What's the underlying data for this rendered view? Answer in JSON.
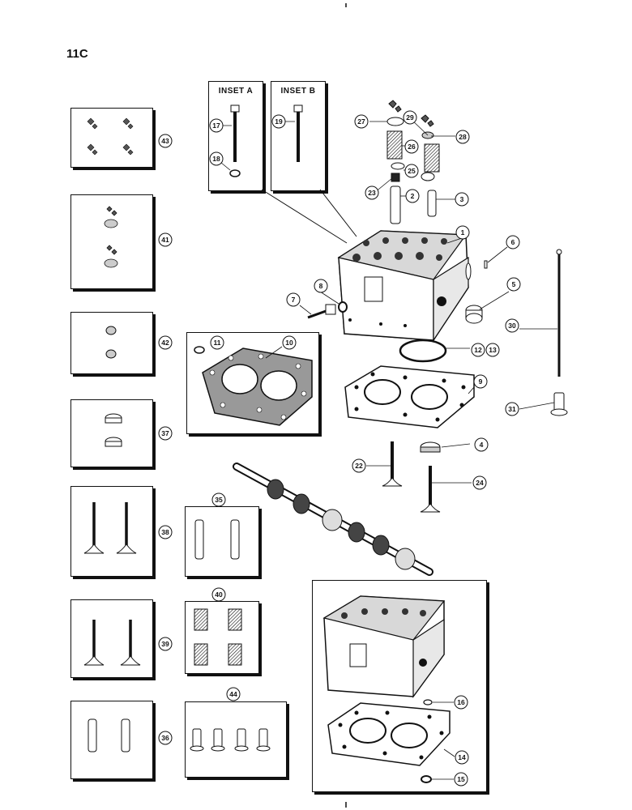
{
  "page_label": "11C",
  "insets": {
    "a": {
      "title": "INSET A"
    },
    "b": {
      "title": "INSET B"
    }
  },
  "callouts": {
    "c1": "1",
    "c2": "2",
    "c3": "3",
    "c4": "4",
    "c5": "5",
    "c6": "6",
    "c7": "7",
    "c8": "8",
    "c9": "9",
    "c10": "10",
    "c11": "11",
    "c12": "12",
    "c13": "13",
    "c14": "14",
    "c15": "15",
    "c16": "16",
    "c17": "17",
    "c18": "18",
    "c19": "19",
    "c22": "22",
    "c23": "23",
    "c24": "24",
    "c25": "25",
    "c26": "26",
    "c27": "27",
    "c28": "28",
    "c29": "29",
    "c30": "30",
    "c31": "31",
    "c35": "35",
    "c36": "36",
    "c37": "37",
    "c38": "38",
    "c39": "39",
    "c40": "40",
    "c41": "41",
    "c42": "42",
    "c43": "43",
    "c44": "44"
  }
}
